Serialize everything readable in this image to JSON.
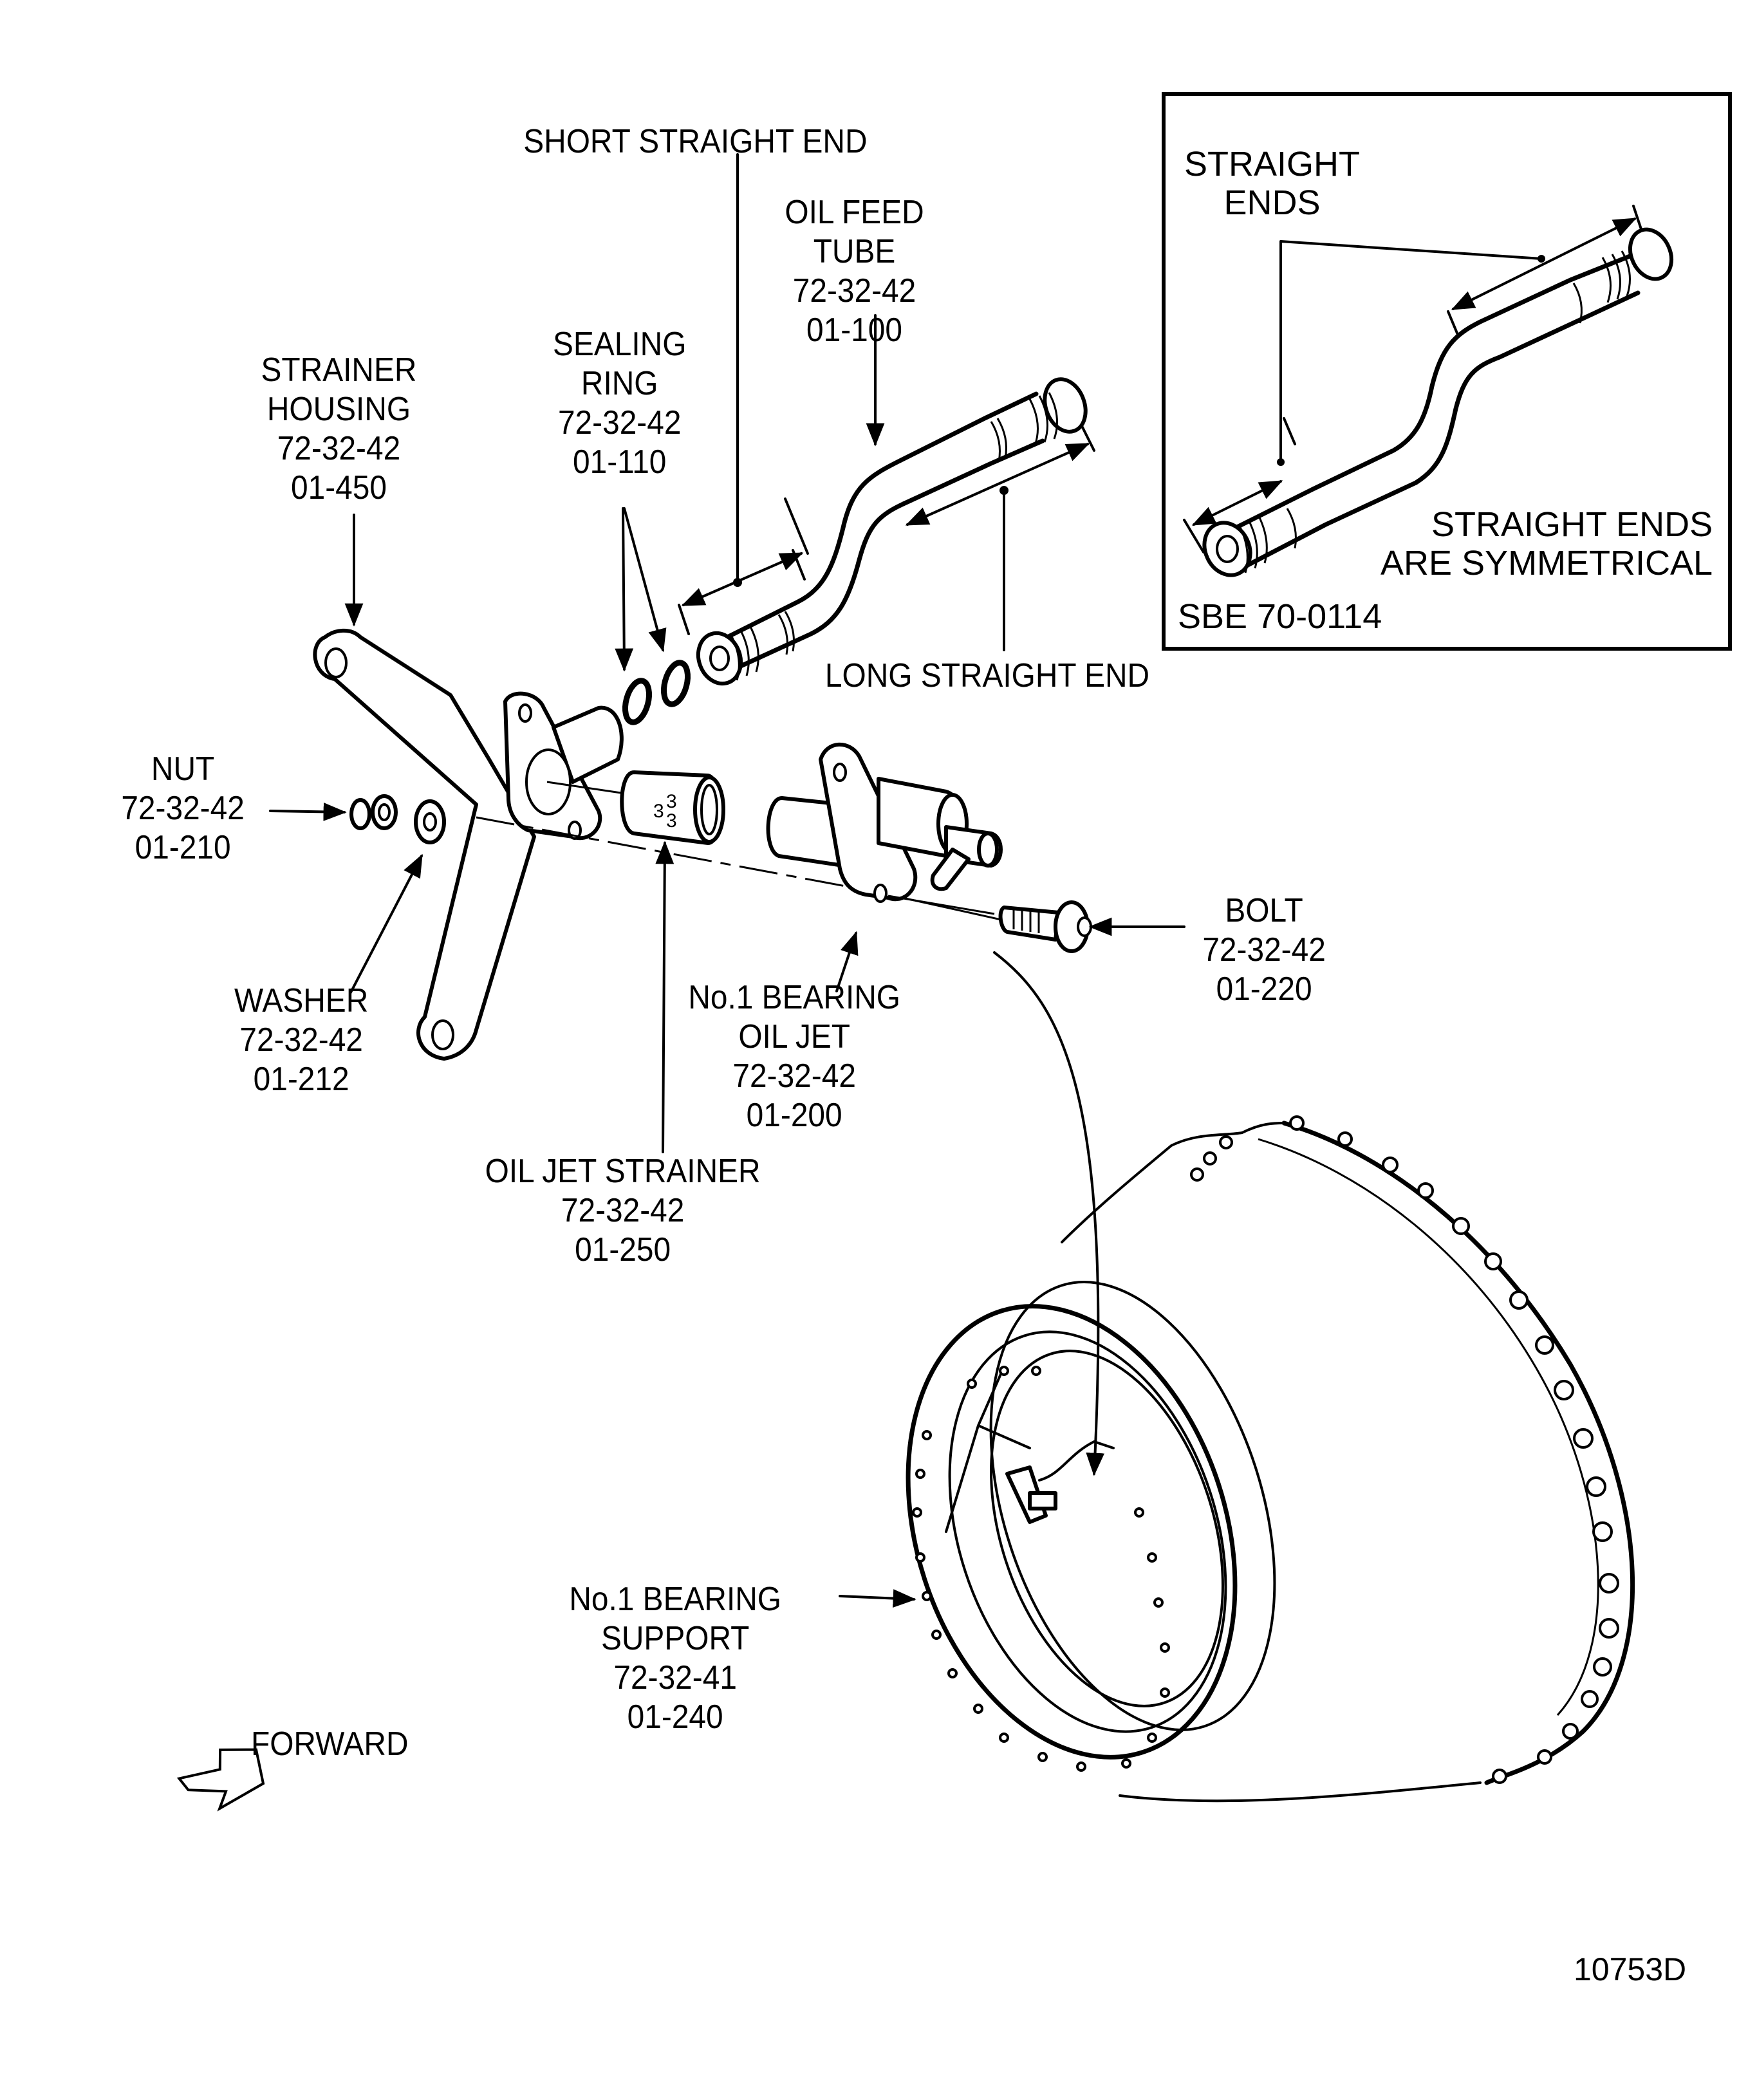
{
  "figure": {
    "figure_id": "10753D",
    "forward_label": "FORWARD",
    "service_bulletin": "SBE 70-0114"
  },
  "labels": {
    "short_straight_end": "SHORT STRAIGHT END",
    "long_straight_end": "LONG STRAIGHT END",
    "oil_feed_tube": {
      "name": [
        "OIL FEED",
        "TUBE"
      ],
      "ref": "72-32-42",
      "item": "01-100"
    },
    "sealing_ring": {
      "name": [
        "SEALING",
        "RING"
      ],
      "ref": "72-32-42",
      "item": "01-110"
    },
    "strainer_housing": {
      "name": [
        "STRAINER",
        "HOUSING"
      ],
      "ref": "72-32-42",
      "item": "01-450"
    },
    "nut": {
      "name": [
        "NUT"
      ],
      "ref": "72-32-42",
      "item": "01-210"
    },
    "washer": {
      "name": [
        "WASHER"
      ],
      "ref": "72-32-42",
      "item": "01-212"
    },
    "oil_jet": {
      "name": [
        "No.1 BEARING",
        "OIL JET"
      ],
      "ref": "72-32-42",
      "item": "01-200"
    },
    "oil_jet_strainer": {
      "name": [
        "OIL JET STRAINER"
      ],
      "ref": "72-32-42",
      "item": "01-250"
    },
    "bolt": {
      "name": [
        "BOLT"
      ],
      "ref": "72-32-42",
      "item": "01-220"
    },
    "bearing_support": {
      "name": [
        "No.1 BEARING",
        "SUPPORT"
      ],
      "ref": "72-32-41",
      "item": "01-240"
    }
  },
  "inset": {
    "title": [
      "STRAIGHT",
      "ENDS"
    ],
    "note": [
      "STRAIGHT ENDS",
      "ARE SYMMETRICAL"
    ]
  }
}
